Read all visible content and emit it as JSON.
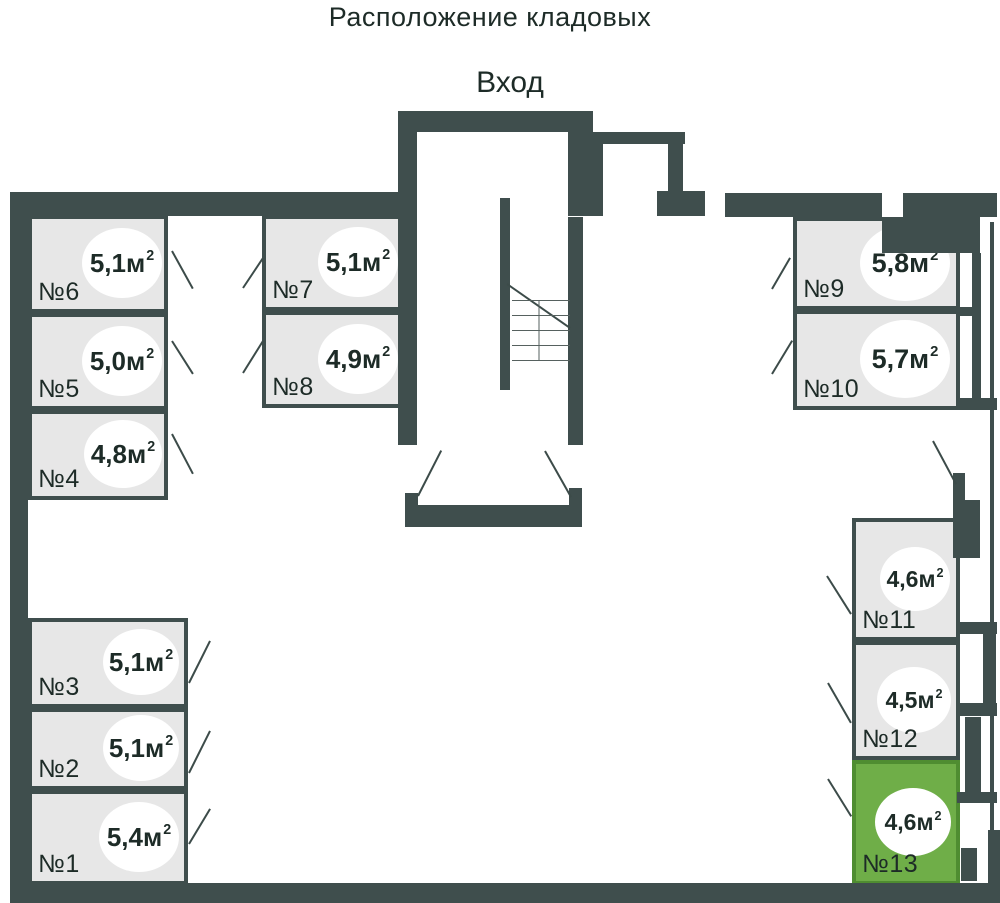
{
  "title": "Расположение кладовых",
  "entrance_label": "Вход",
  "unit_base": "м",
  "unit_sup": "2",
  "colors": {
    "wall": "#3f4e4d",
    "room_fill": "#e7e7e7",
    "room_border": "#3f4e4d",
    "highlight_fill": "#6fae48",
    "highlight_border": "#4f8d31",
    "text": "#1d2b27",
    "badge_fill": "#ffffff"
  },
  "rooms": [
    {
      "label": "№1",
      "area": "5,4",
      "highlighted": false
    },
    {
      "label": "№2",
      "area": "5,1",
      "highlighted": false
    },
    {
      "label": "№3",
      "area": "5,1",
      "highlighted": false
    },
    {
      "label": "№4",
      "area": "4,8",
      "highlighted": false
    },
    {
      "label": "№5",
      "area": "5,0",
      "highlighted": false
    },
    {
      "label": "№6",
      "area": "5,1",
      "highlighted": false
    },
    {
      "label": "№7",
      "area": "5,1",
      "highlighted": false
    },
    {
      "label": "№8",
      "area": "4,9",
      "highlighted": false
    },
    {
      "label": "№9",
      "area": "5,8",
      "highlighted": false
    },
    {
      "label": "№10",
      "area": "5,7",
      "highlighted": false
    },
    {
      "label": "№11",
      "area": "4,6",
      "highlighted": false
    },
    {
      "label": "№12",
      "area": "4,5",
      "highlighted": false
    },
    {
      "label": "№13",
      "area": "4,6",
      "highlighted": true
    }
  ]
}
